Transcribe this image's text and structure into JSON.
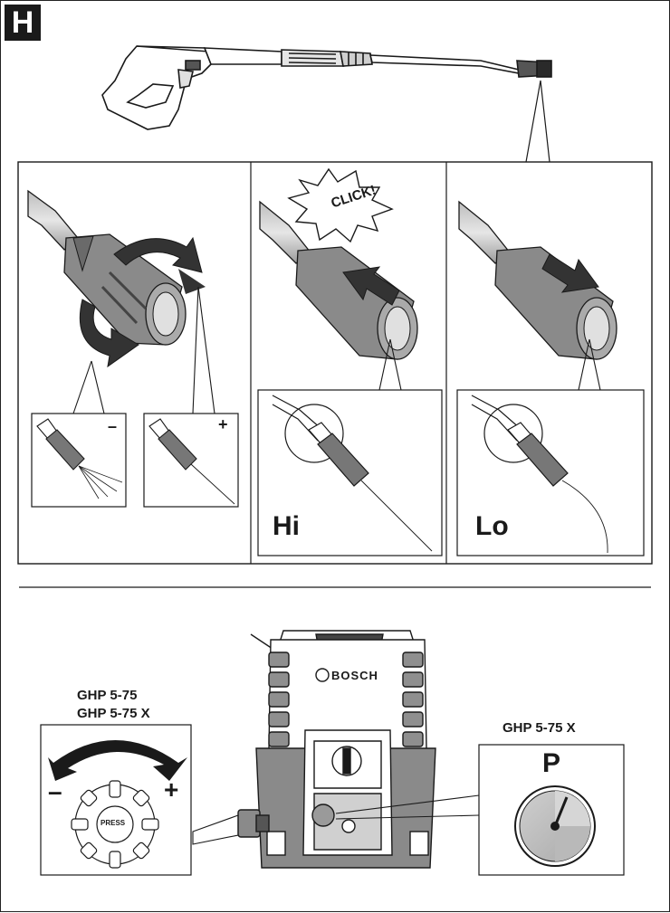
{
  "figure": {
    "section_tag": "H",
    "click_text": "CLICK!",
    "lance_adjust": {
      "minus_label": "–",
      "plus_label": "+"
    },
    "nozzle_modes": {
      "hi_label": "Hi",
      "lo_label": "Lo"
    },
    "machine": {
      "brand": "BOSCH",
      "left_models": [
        "GHP 5-75",
        "GHP 5-75 X"
      ],
      "right_model": "GHP 5-75 X",
      "knob_minus": "–",
      "knob_plus": "+",
      "knob_text": "PRESS",
      "gauge_letter": "P"
    }
  },
  "colors": {
    "ink": "#1a1a1a",
    "mid_grey": "#9a9a9a",
    "light_grey": "#d6d6d6",
    "dark_grey": "#555555"
  }
}
